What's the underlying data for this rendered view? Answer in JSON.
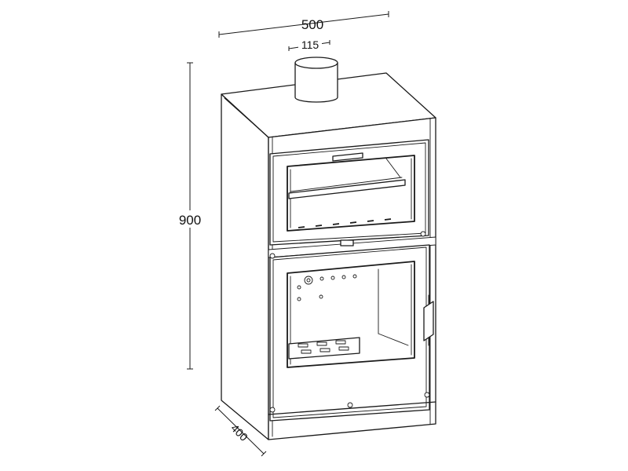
{
  "dimensions": {
    "width": "500",
    "flue": "115",
    "height": "900",
    "depth": "400"
  },
  "colors": {
    "line": "#1a1a1a",
    "background": "#ffffff"
  }
}
